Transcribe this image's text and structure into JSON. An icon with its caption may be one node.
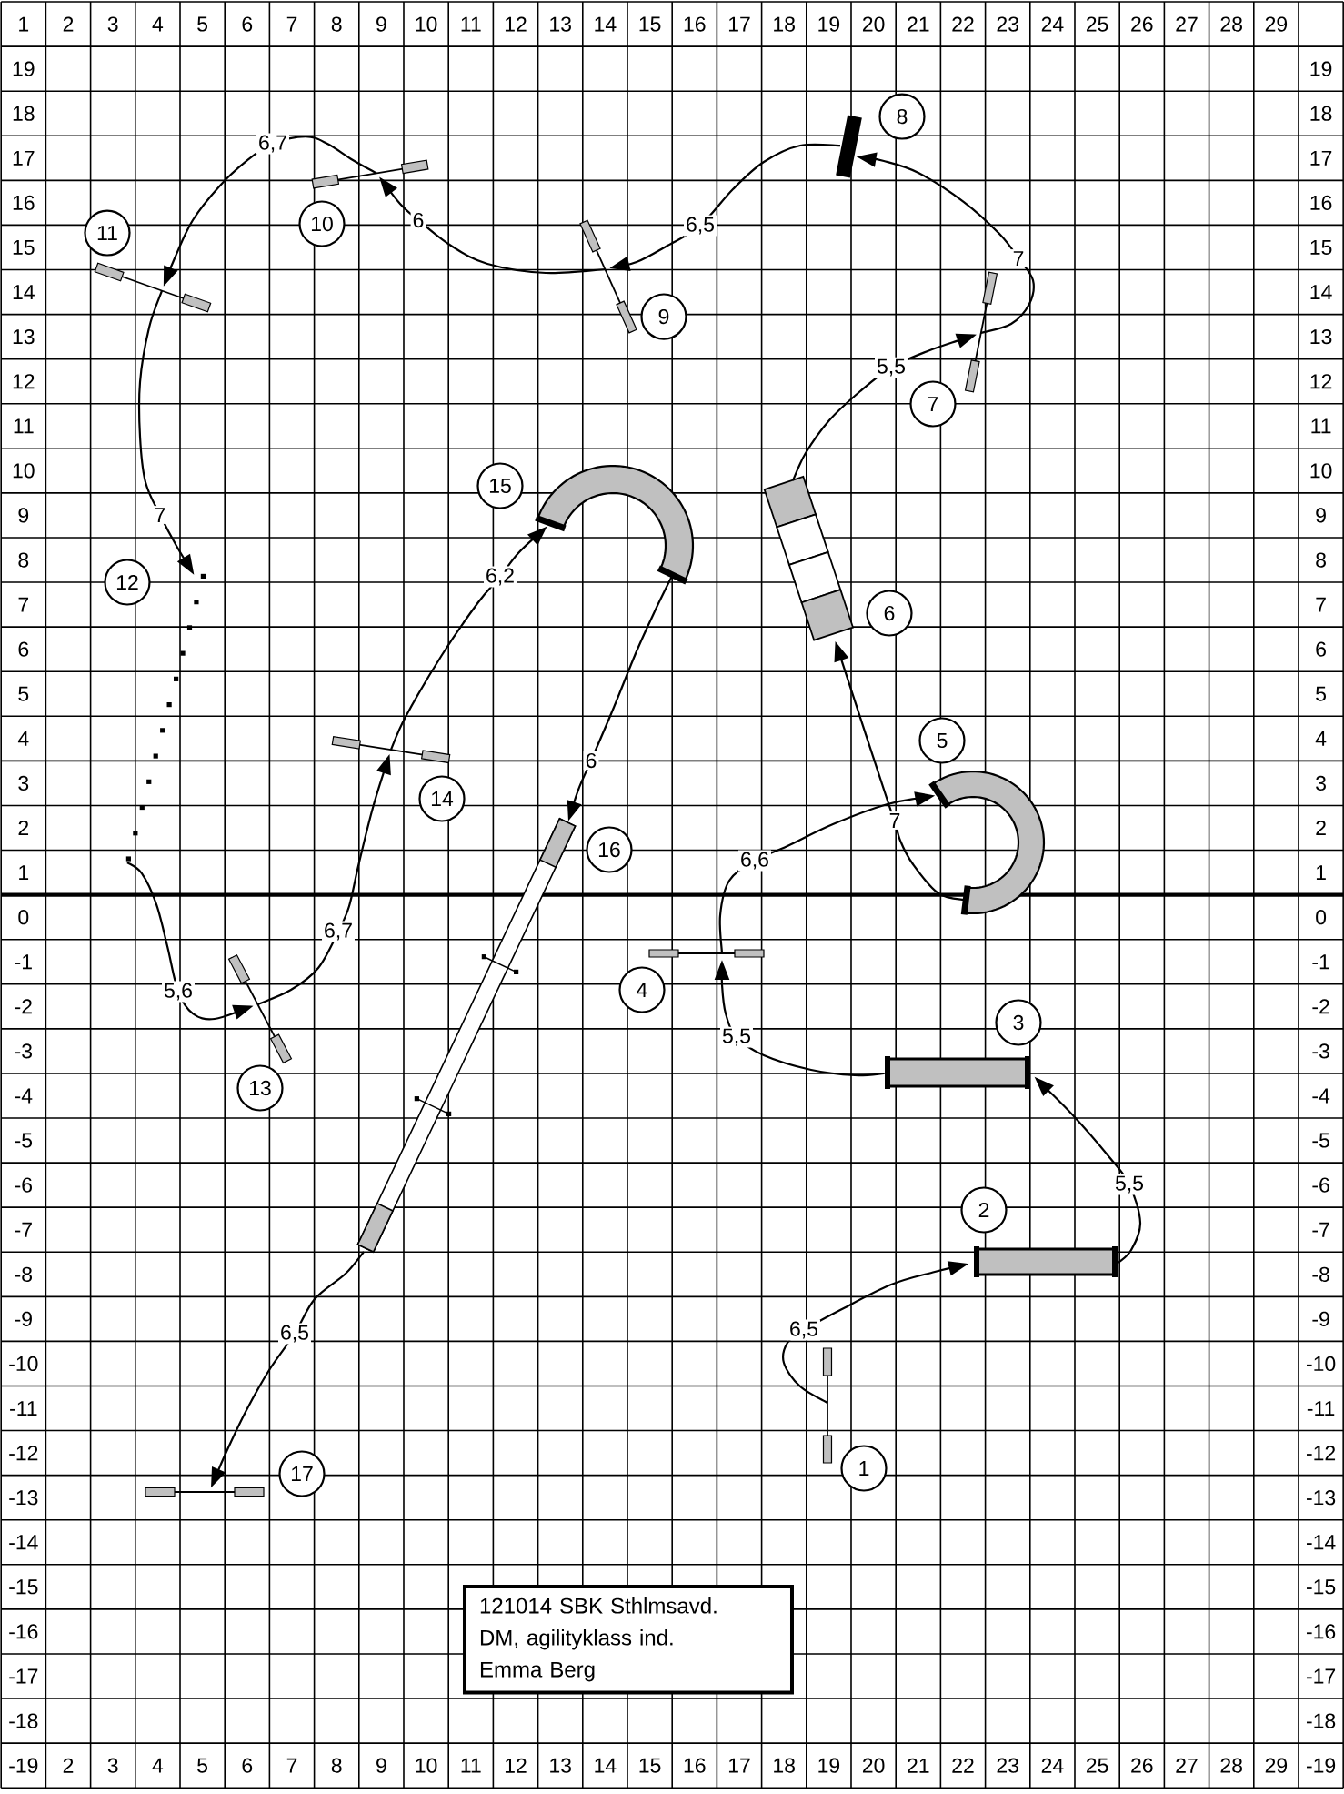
{
  "diagram": {
    "nodes": [
      {
        "text": [],
        "shape": "bar"
      },
      {
        "text": [
          "1"
        ]
      },
      {
        "text": [],
        "shape": "cylinder"
      },
      {
        "text": [
          "2"
        ]
      },
      {
        "text": [],
        "shape": "cylinder"
      },
      {
        "text": [
          "3"
        ]
      },
      {
        "text": [],
        "shape": "bar"
      },
      {
        "text": [
          "4"
        ]
      },
      {
        "text": [],
        "shape": "arc"
      },
      {
        "text": [
          "5"
        ]
      },
      {
        "text": [],
        "shape": "box"
      },
      {
        "text": [
          "6"
        ]
      },
      {
        "text": [],
        "shape": "bar"
      },
      {
        "text": [
          "7"
        ]
      },
      {
        "text": [],
        "shape": "bar"
      },
      {
        "text": [
          "8"
        ]
      },
      {
        "text": [],
        "shape": "bar"
      },
      {
        "text": [
          "9"
        ]
      },
      {
        "text": [],
        "shape": "bar"
      },
      {
        "text": [
          "10"
        ]
      },
      {
        "text": [],
        "shape": "bar"
      },
      {
        "text": [
          "11"
        ]
      },
      {
        "text": [],
        "shape": "dots"
      },
      {
        "text": [
          "12"
        ]
      },
      {
        "text": [],
        "shape": "bar"
      },
      {
        "text": [
          "13"
        ]
      },
      {
        "text": [],
        "shape": "bar"
      },
      {
        "text": [
          "14"
        ]
      },
      {
        "text": [],
        "shape": "arc"
      },
      {
        "text": [
          "15"
        ]
      },
      {
        "text": [],
        "shape": "bar"
      },
      {
        "text": [
          "16"
        ]
      },
      {
        "text": [],
        "shape": "bar"
      },
      {
        "text": [
          "17"
        ]
      },
      {
        "text": [
          "121014 SBK Sthlmsavd.",
          "DM, agilityklass ind.",
          "Emma Berg"
        ]
      }
    ],
    "edges": [
      {
        "from": 0,
        "to": 2,
        "arrow": "to",
        "label": "6,5"
      },
      {
        "from": 2,
        "to": 4,
        "arrow": "to",
        "label": "5,5"
      },
      {
        "from": 4,
        "to": 6,
        "arrow": "to",
        "label": "5,5"
      },
      {
        "from": 6,
        "to": 8,
        "arrow": "to",
        "label": "6,6"
      },
      {
        "from": 8,
        "to": 10,
        "arrow": "to",
        "label": "7"
      },
      {
        "from": 10,
        "to": 12,
        "arrow": "to",
        "label": "5,5"
      },
      {
        "from": 12,
        "to": 14,
        "arrow": "to",
        "label": "7"
      },
      {
        "from": 14,
        "to": 16,
        "arrow": "to",
        "label": "6,5"
      },
      {
        "from": 16,
        "to": 18,
        "arrow": "to",
        "label": "6"
      },
      {
        "from": 18,
        "to": 20,
        "arrow": "to",
        "label": "6,7"
      },
      {
        "from": 20,
        "to": 22,
        "arrow": "to",
        "label": "7"
      },
      {
        "from": 22,
        "to": 24,
        "arrow": "to",
        "label": "5,6"
      },
      {
        "from": 24,
        "to": 26,
        "arrow": "to",
        "label": "6,7"
      },
      {
        "from": 26,
        "to": 28,
        "arrow": "to",
        "label": "6,2"
      },
      {
        "from": 28,
        "to": 30,
        "arrow": "to",
        "label": "6"
      },
      {
        "from": 30,
        "to": 32,
        "arrow": "to",
        "label": "6,5"
      }
    ],
    "labels": [
      "1",
      "2",
      "3",
      "4",
      "5",
      "6",
      "7",
      "8",
      "9",
      "10",
      "11",
      "12",
      "13",
      "14",
      "15",
      "16",
      "17",
      "18",
      "19",
      "20",
      "21",
      "22",
      "23",
      "24",
      "25",
      "26",
      "27",
      "28",
      "29",
      "19",
      "19",
      "18",
      "18",
      "17",
      "17",
      "16",
      "16",
      "15",
      "15",
      "14",
      "14",
      "13",
      "13",
      "12",
      "12",
      "11",
      "11",
      "10",
      "10",
      "9",
      "9",
      "8",
      "8",
      "7",
      "7",
      "6",
      "6",
      "5",
      "5",
      "4",
      "4",
      "3",
      "3",
      "2",
      "2",
      "1",
      "1",
      "0",
      "0",
      "-1",
      "-1",
      "-2",
      "-2",
      "-3",
      "-3",
      "-4",
      "-4",
      "-5",
      "-5",
      "-6",
      "-6",
      "-7",
      "-7",
      "-8",
      "-8",
      "-9",
      "-9",
      "-10",
      "-10",
      "-11",
      "-11",
      "-12",
      "-12",
      "-13",
      "-13",
      "-14",
      "-14",
      "-15",
      "-15",
      "-16",
      "-16",
      "-17",
      "-17",
      "-18",
      "-18",
      "-19",
      "2",
      "3",
      "4",
      "5",
      "6",
      "7",
      "8",
      "9",
      "10",
      "11",
      "12",
      "13",
      "14",
      "15",
      "16",
      "17",
      "18",
      "19",
      "20",
      "21",
      "22",
      "23",
      "24",
      "25",
      "26",
      "27",
      "28",
      "29",
      "-19"
    ]
  }
}
